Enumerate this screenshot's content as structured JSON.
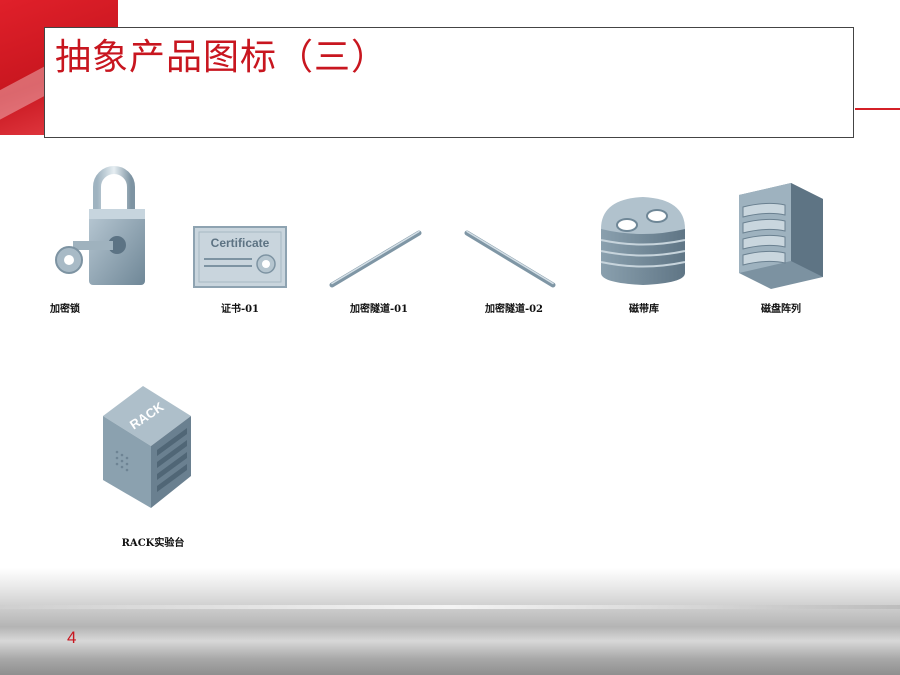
{
  "slide": {
    "title": "抽象产品图标（三）",
    "page_number": "4"
  },
  "icons": [
    {
      "label": "加密锁",
      "icon": "padlock-key-icon"
    },
    {
      "label": "证书-01",
      "icon": "certificate-icon"
    },
    {
      "label": "加密隧道-01",
      "icon": "tunnel-rod-icon"
    },
    {
      "label": "加密隧道-02",
      "icon": "tunnel-rod-icon"
    },
    {
      "label": "磁带库",
      "icon": "tape-library-icon"
    },
    {
      "label": "磁盘阵列",
      "icon": "disk-array-icon"
    },
    {
      "label": "RACK实验台",
      "icon": "rack-server-icon"
    }
  ],
  "icon_text": {
    "certificate": "Certificate",
    "rack": "RACK"
  },
  "colors": {
    "accent_red": "#c8161f",
    "icon_blue_grey": "#8fa6b6"
  }
}
